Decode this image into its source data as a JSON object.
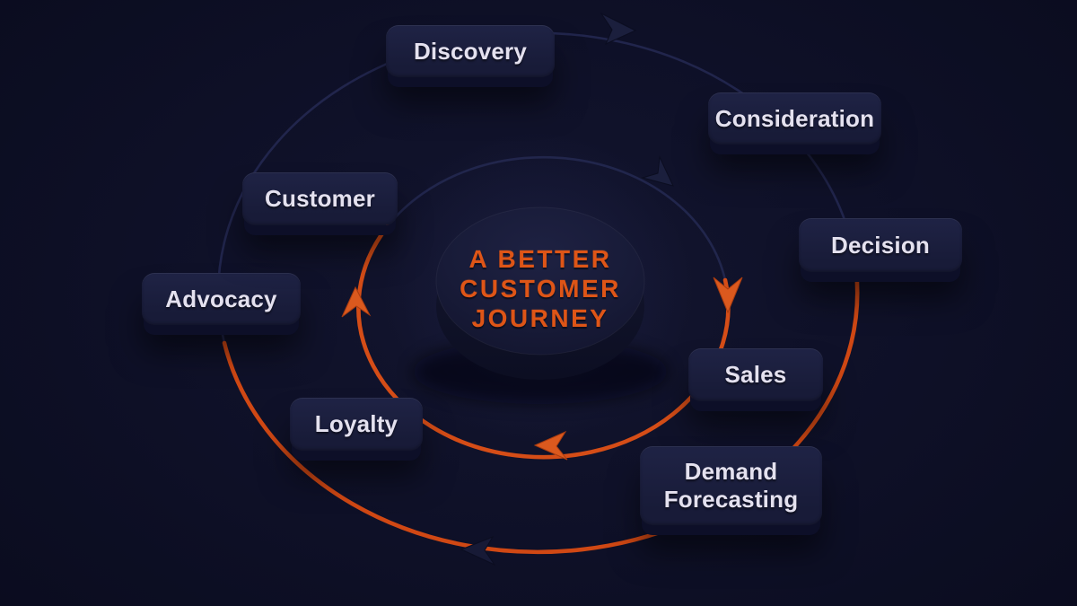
{
  "center": {
    "line1": "A BETTER",
    "line2": "CUSTOMER",
    "line3": "JOURNEY"
  },
  "nodes": [
    {
      "id": "discovery",
      "label": "Discovery"
    },
    {
      "id": "consideration",
      "label": "Consideration"
    },
    {
      "id": "decision",
      "label": "Decision"
    },
    {
      "id": "sales",
      "label": "Sales"
    },
    {
      "id": "demand-forecasting",
      "label": "Demand Forecasting"
    },
    {
      "id": "loyalty",
      "label": "Loyalty"
    },
    {
      "id": "advocacy",
      "label": "Advocacy"
    },
    {
      "id": "customer",
      "label": "Customer"
    }
  ],
  "colors": {
    "background": "#0E1027",
    "node_fill": "#1A1D3A",
    "label_text": "#E4E1EF",
    "accent_orange": "#D54D17",
    "arrow_orange": "#DB591E",
    "ring_dark": "#23274E",
    "center_text_orange": "#DE5517"
  }
}
